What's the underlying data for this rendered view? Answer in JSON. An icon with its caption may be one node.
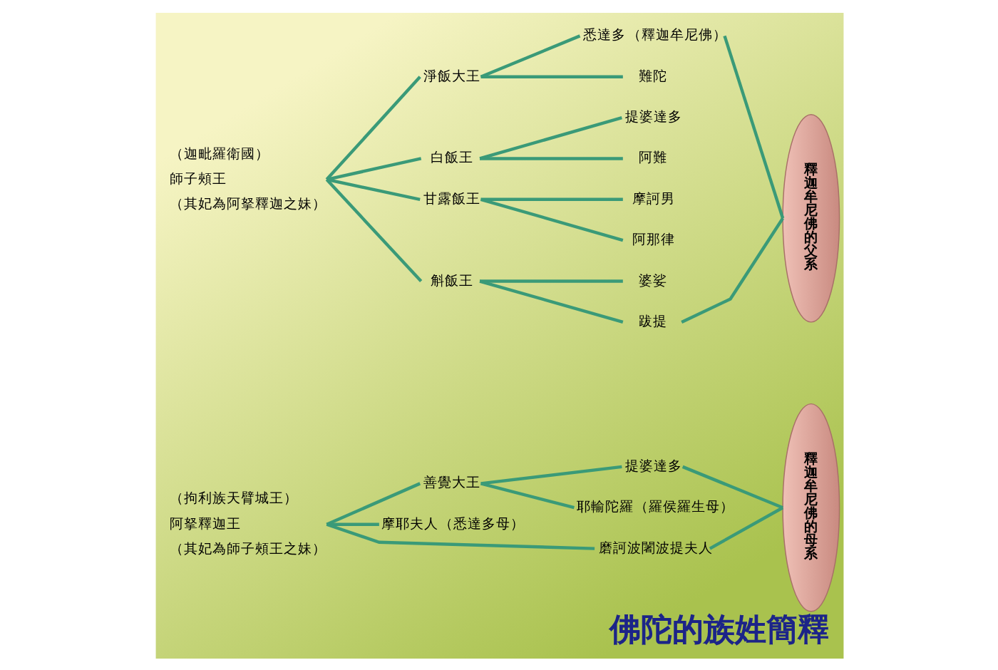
{
  "diagram": {
    "title": "佛陀的族姓簡釋",
    "nodes": [
      {
        "text": [
          "師子頰王"
        ],
        "beside": [
          "（迦毗羅衛國）",
          "（其妃為阿拏釋迦之妹）"
        ]
      },
      {
        "text": [
          "淨飯大王"
        ]
      },
      {
        "text": [
          "悉達多"
        ],
        "beside": [
          "（釋迦牟尼佛）"
        ]
      },
      {
        "text": [
          "難陀"
        ]
      },
      {
        "text": [
          "白飯王"
        ]
      },
      {
        "text": [
          "提婆達多"
        ]
      },
      {
        "text": [
          "阿難"
        ]
      },
      {
        "text": [
          "甘露飯王"
        ]
      },
      {
        "text": [
          "摩訶男"
        ]
      },
      {
        "text": [
          "阿那律"
        ]
      },
      {
        "text": [
          "斛飯王"
        ]
      },
      {
        "text": [
          "婆娑"
        ]
      },
      {
        "text": [
          "跋提"
        ]
      },
      {
        "text": [
          "釋迦牟尼佛的父系"
        ]
      },
      {
        "text": [
          "阿拏釋迦王"
        ],
        "beside": [
          "（拘利族天臂城王）",
          "（其妃為師子頰王之妹）"
        ]
      },
      {
        "text": [
          "善覺大王"
        ]
      },
      {
        "text": [
          "提婆達多"
        ]
      },
      {
        "text": [
          "耶輸陀羅"
        ],
        "beside": [
          "（羅侯羅生母）"
        ]
      },
      {
        "text": [
          "摩耶夫人"
        ],
        "beside": [
          "（悉達多母）"
        ]
      },
      {
        "text": [
          "磨訶波闍波提夫人"
        ]
      },
      {
        "text": [
          "釋迦牟尼佛的母系"
        ]
      }
    ],
    "edges": [
      {
        "from": 0,
        "to": 1,
        "arrow": "none"
      },
      {
        "from": 0,
        "to": 4,
        "arrow": "none"
      },
      {
        "from": 0,
        "to": 7,
        "arrow": "none"
      },
      {
        "from": 0,
        "to": 10,
        "arrow": "none"
      },
      {
        "from": 1,
        "to": 2,
        "arrow": "none"
      },
      {
        "from": 1,
        "to": 3,
        "arrow": "none"
      },
      {
        "from": 4,
        "to": 5,
        "arrow": "none"
      },
      {
        "from": 4,
        "to": 6,
        "arrow": "none"
      },
      {
        "from": 7,
        "to": 8,
        "arrow": "none"
      },
      {
        "from": 7,
        "to": 9,
        "arrow": "none"
      },
      {
        "from": 10,
        "to": 11,
        "arrow": "none"
      },
      {
        "from": 10,
        "to": 12,
        "arrow": "none"
      },
      {
        "from": 2,
        "to": 13,
        "arrow": "none"
      },
      {
        "from": 12,
        "to": 13,
        "arrow": "none"
      },
      {
        "from": 14,
        "to": 15,
        "arrow": "none"
      },
      {
        "from": 14,
        "to": 18,
        "arrow": "none"
      },
      {
        "from": 14,
        "to": 19,
        "arrow": "none"
      },
      {
        "from": 15,
        "to": 16,
        "arrow": "none"
      },
      {
        "from": 15,
        "to": 17,
        "arrow": "none"
      },
      {
        "from": 16,
        "to": 20,
        "arrow": "none"
      },
      {
        "from": 19,
        "to": 20,
        "arrow": "none"
      }
    ]
  }
}
